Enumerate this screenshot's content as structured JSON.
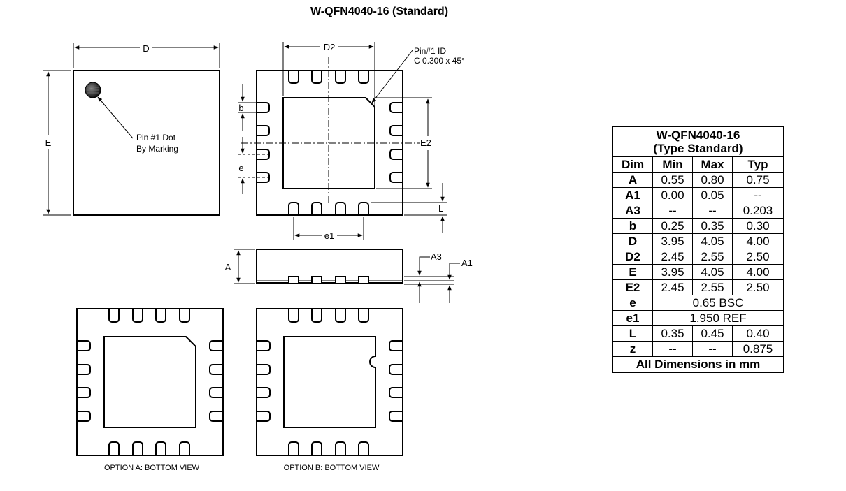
{
  "title": "W-QFN4040-16 (Standard)",
  "labels": {
    "D": "D",
    "E": "E",
    "D2": "D2",
    "E2": "E2",
    "b": "b",
    "e": "e",
    "e1": "e1",
    "L": "L",
    "A": "A",
    "A1": "A1",
    "A3": "A3",
    "pin1_id_line1": "Pin#1 ID",
    "pin1_id_line2": "C 0.300 x 45°",
    "pin1_dot_line1": "Pin #1 Dot",
    "pin1_dot_line2": "By Marking",
    "option_a": "OPTION A:  BOTTOM  VIEW",
    "option_b": "OPTION B:  BOTTOM  VIEW"
  },
  "table": {
    "title_line1": "W-QFN4040-16",
    "title_line2": "(Type Standard)",
    "headers": {
      "dim": "Dim",
      "min": "Min",
      "max": "Max",
      "typ": "Typ"
    },
    "rows": [
      {
        "dim": "A",
        "min": "0.55",
        "max": "0.80",
        "typ": "0.75"
      },
      {
        "dim": "A1",
        "min": "0.00",
        "max": "0.05",
        "typ": "--"
      },
      {
        "dim": "A3",
        "min": "--",
        "max": "--",
        "typ": "0.203"
      },
      {
        "dim": "b",
        "min": "0.25",
        "max": "0.35",
        "typ": "0.30"
      },
      {
        "dim": "D",
        "min": "3.95",
        "max": "4.05",
        "typ": "4.00"
      },
      {
        "dim": "D2",
        "min": "2.45",
        "max": "2.55",
        "typ": "2.50"
      },
      {
        "dim": "E",
        "min": "3.95",
        "max": "4.05",
        "typ": "4.00"
      },
      {
        "dim": "E2",
        "min": "2.45",
        "max": "2.55",
        "typ": "2.50"
      },
      {
        "dim": "e",
        "span": "0.65 BSC"
      },
      {
        "dim": "e1",
        "span": "1.950 REF"
      },
      {
        "dim": "L",
        "min": "0.35",
        "max": "0.45",
        "typ": "0.40"
      },
      {
        "dim": "z",
        "min": "--",
        "max": "--",
        "typ": "0.875"
      }
    ],
    "footer": "All Dimensions in mm"
  }
}
